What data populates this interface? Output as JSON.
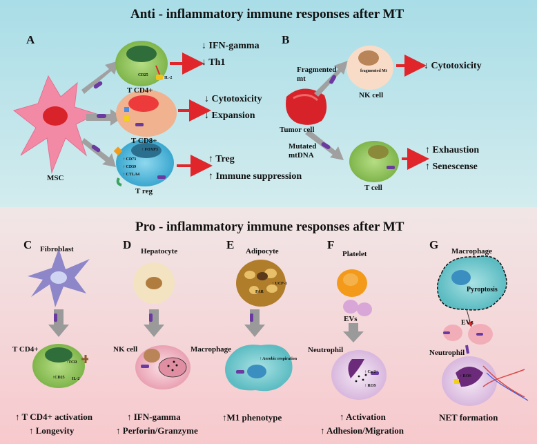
{
  "titles": {
    "anti": "Anti - inflammatory immune responses after MT",
    "pro": "Pro - inflammatory immune responses after MT"
  },
  "panel_letters": [
    "A",
    "B",
    "C",
    "D",
    "E",
    "F",
    "G"
  ],
  "panel_a": {
    "donor": "MSC",
    "cell1": "T CD4+",
    "cell1_marker_cd25": "CD25",
    "cell1_marker_il2": "IL-2",
    "cell1_effects": [
      "↓ IFN-gamma",
      "↓ Th1"
    ],
    "cell2": "T CD8+",
    "cell2_effects": [
      "↓ Cytotoxicity",
      "↓ Expansion"
    ],
    "cell3": "T reg",
    "cell3_markers": [
      "↑ FOXP3",
      "↑ CD73",
      "↑ CD39",
      "↑ CTLA4"
    ],
    "cell3_effects": [
      "↑ Treg",
      "↑ Immune suppression"
    ]
  },
  "panel_b": {
    "donor": "Tumor cell",
    "mt_1": "Fragmented mt",
    "cell1": "NK cell",
    "cell1_inner": "fragmented Mt",
    "cell1_effect": "↓ Cytotoxicity",
    "mt_2": "Mutated mtDNA",
    "cell2": "T cell",
    "cell2_effects": [
      "↑ Exhaustion",
      "↑ Senescense"
    ]
  },
  "panel_c": {
    "donor": "Fibroblast",
    "recipient": "T CD4+",
    "markers": [
      "↑TCR",
      "↑CD25",
      "IL-2"
    ],
    "effects": [
      "↑ T CD4+ activation",
      "↑ Longevity"
    ]
  },
  "panel_d": {
    "donor": "Hepatocyte",
    "recipient": "NK cell",
    "effects": [
      "↑ IFN-gamma",
      "↑ Perforin/Granzyme"
    ]
  },
  "panel_e": {
    "donor": "Adipocyte",
    "markers": [
      "↑ UCP-1",
      "PAR"
    ],
    "recipient": "Macrophage",
    "inner": "↑ Aerobic respiration",
    "effects": [
      "↑M1 phenotype"
    ]
  },
  "panel_f": {
    "donor": "Platelet",
    "vesicles": "EVs",
    "recipient": "Neutrophil",
    "markers": [
      "↑ Ca 2+",
      "↑ ROS"
    ],
    "effects": [
      "↑ Activation",
      "↑ Adhesion/Migration"
    ]
  },
  "panel_g": {
    "donor": "Macrophage",
    "inner": "Pyroptosis",
    "vesicles": "EVs",
    "recipient": "Neutrophil",
    "markers": [
      "↑ ROS"
    ],
    "effects": [
      "NET formation"
    ]
  },
  "colors": {
    "top_bg": "#bfe3ea",
    "bottom_bg": "#f6d6d8",
    "arrow_red": "#e0262a",
    "arrow_gray": "#9a9a9a",
    "mito_purple": "#6a3aa0"
  }
}
